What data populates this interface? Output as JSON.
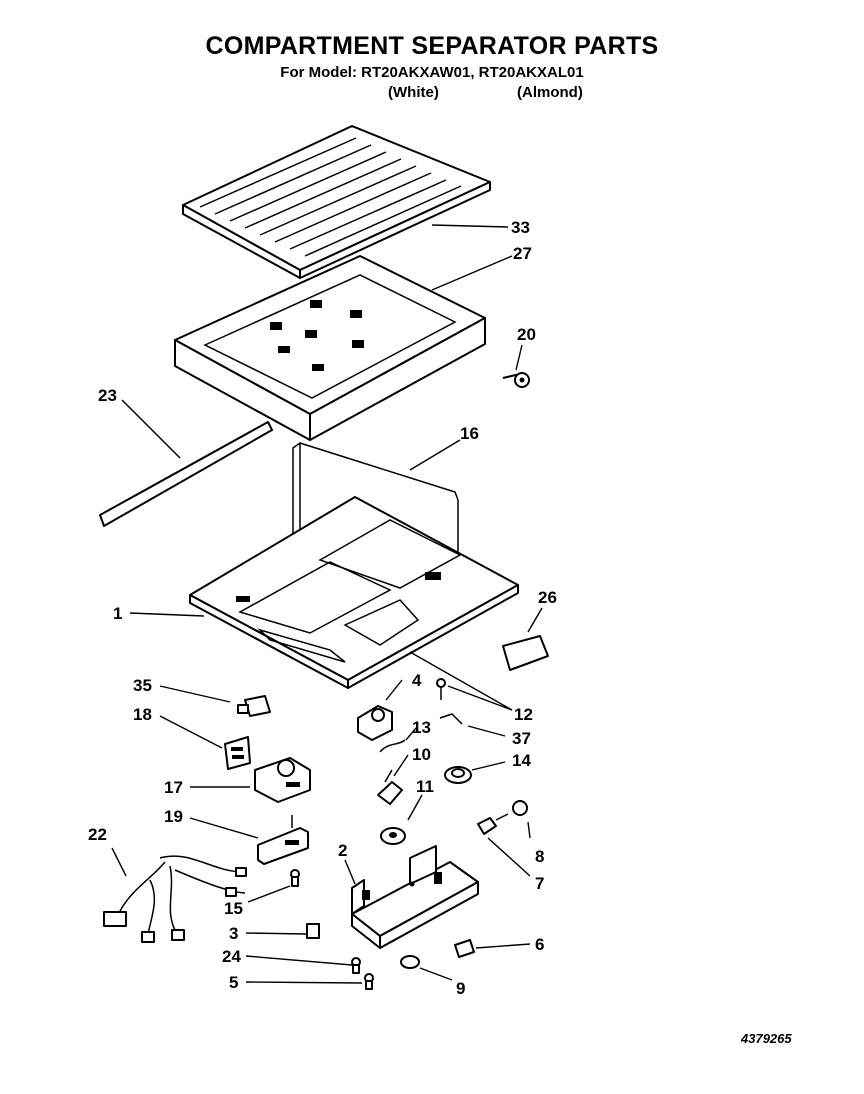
{
  "header": {
    "title": "COMPARTMENT SEPARATOR PARTS",
    "model_line": "For Model: RT20AKXAW01, RT20AKXAL01",
    "variant_white": "(White)",
    "variant_almond": "(Almond)"
  },
  "document_number": "4379265",
  "callouts": [
    {
      "id": "c33",
      "label": "33"
    },
    {
      "id": "c27",
      "label": "27"
    },
    {
      "id": "c20",
      "label": "20"
    },
    {
      "id": "c23",
      "label": "23"
    },
    {
      "id": "c16",
      "label": "16"
    },
    {
      "id": "c1",
      "label": "1"
    },
    {
      "id": "c26",
      "label": "26"
    },
    {
      "id": "c35",
      "label": "35"
    },
    {
      "id": "c4",
      "label": "4"
    },
    {
      "id": "c12",
      "label": "12"
    },
    {
      "id": "c18",
      "label": "18"
    },
    {
      "id": "c13",
      "label": "13"
    },
    {
      "id": "c37",
      "label": "37"
    },
    {
      "id": "c10",
      "label": "10"
    },
    {
      "id": "c14",
      "label": "14"
    },
    {
      "id": "c17",
      "label": "17"
    },
    {
      "id": "c11",
      "label": "11"
    },
    {
      "id": "c19",
      "label": "19"
    },
    {
      "id": "c8",
      "label": "8"
    },
    {
      "id": "c22",
      "label": "22"
    },
    {
      "id": "c2",
      "label": "2"
    },
    {
      "id": "c7",
      "label": "7"
    },
    {
      "id": "c15",
      "label": "15"
    },
    {
      "id": "c3",
      "label": "3"
    },
    {
      "id": "c6",
      "label": "6"
    },
    {
      "id": "c24",
      "label": "24"
    },
    {
      "id": "c5",
      "label": "5"
    },
    {
      "id": "c9",
      "label": "9"
    }
  ]
}
